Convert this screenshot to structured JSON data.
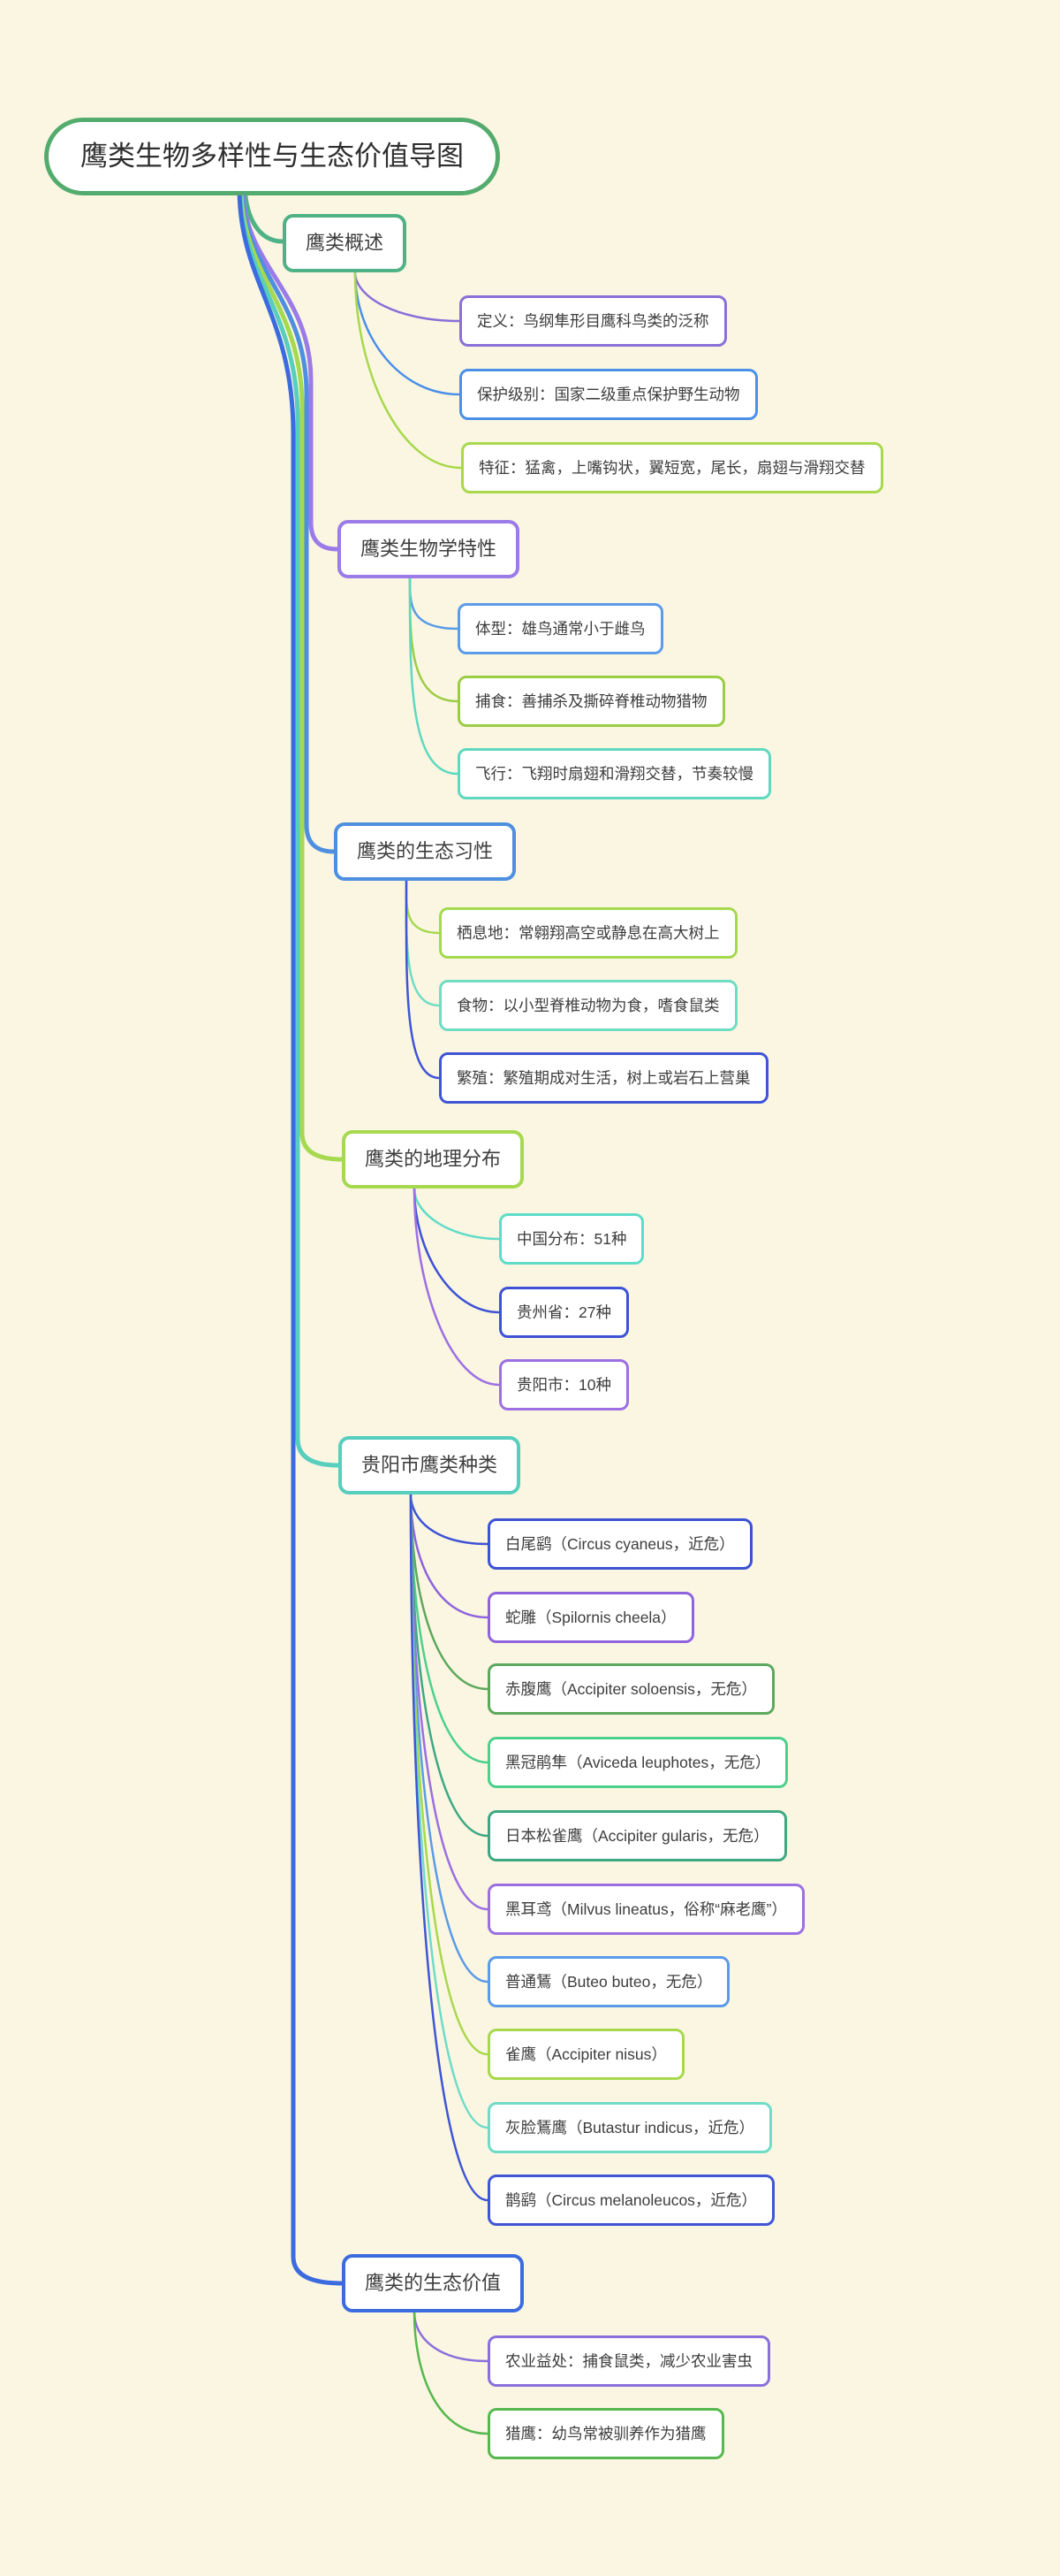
{
  "title": "鹰类生物多样性与生态价值导图",
  "palette": {
    "background": "#FBF6E2",
    "node_fill": "#FFFFFF",
    "text": "#3D3D3D"
  },
  "root": {
    "label": "鹰类生物多样性与生态价值导图",
    "color": "#53AC6D"
  },
  "branches": [
    {
      "label": "鹰类概述",
      "color": "#4FB286",
      "children": [
        {
          "text": "定义：鸟纲隼形目鹰科鸟类的泛称",
          "color": "#8A6FD8"
        },
        {
          "text": "保护级别：国家二级重点保护野生动物",
          "color": "#4A90E8"
        },
        {
          "text": "特征：猛禽，上嘴钩状，翼短宽，尾长，扇翅与滑翔交替",
          "color": "#A8D84C"
        }
      ]
    },
    {
      "label": "鹰类生物学特性",
      "color": "#9B7BE8",
      "children": [
        {
          "text": "体型：雄鸟通常小于雌鸟",
          "color": "#5B9BE8"
        },
        {
          "text": "捕食：善捕杀及撕碎脊椎动物猎物",
          "color": "#9ACD44"
        },
        {
          "text": "飞行：飞翔时扇翅和滑翔交替，节奏较慢",
          "color": "#5FD8C0"
        }
      ]
    },
    {
      "label": "鹰类的生态习性",
      "color": "#4E8FE0",
      "children": [
        {
          "text": "栖息地：常翱翔高空或静息在高大树上",
          "color": "#A5D94F"
        },
        {
          "text": "食物：以小型脊椎动物为食，嗜食鼠类",
          "color": "#6FDCC4"
        },
        {
          "text": "繁殖：繁殖期成对生活，树上或岩石上营巢",
          "color": "#3F55D5"
        }
      ]
    },
    {
      "label": "鹰类的地理分布",
      "color": "#A6D94F",
      "children": [
        {
          "text": "中国分布：51种",
          "color": "#5FDCC8"
        },
        {
          "text": "贵州省：27种",
          "color": "#3D52D5"
        },
        {
          "text": "贵阳市：10种",
          "color": "#9C6FE4"
        }
      ]
    },
    {
      "label": "贵阳市鹰类种类",
      "color": "#57CEBE",
      "children": [
        {
          "text": "白尾鹞（Circus cyaneus，近危）",
          "color": "#3D52D5"
        },
        {
          "text": "蛇雕（Spilornis cheela）",
          "color": "#8E63DD"
        },
        {
          "text": "赤腹鹰（Accipiter soloensis，无危）",
          "color": "#5CA85C"
        },
        {
          "text": "黑冠鹃隼（Aviceda leuphotes，无危）",
          "color": "#4CD08C"
        },
        {
          "text": "日本松雀鹰（Accipiter gularis，无危）",
          "color": "#3DA983"
        },
        {
          "text": "黑耳鸢（Milvus lineatus，俗称“麻老鹰”）",
          "color": "#9B6FE0"
        },
        {
          "text": "普通鵟（Buteo buteo，无危）",
          "color": "#5B9BE8"
        },
        {
          "text": "雀鹰（Accipiter nisus）",
          "color": "#A8D84C"
        },
        {
          "text": "灰脸鵟鹰（Butastur indicus，近危）",
          "color": "#6FDCC8"
        },
        {
          "text": "鹊鹞（Circus melanoleucos，近危）",
          "color": "#3F55D5"
        }
      ]
    },
    {
      "label": "鹰类的生态价值",
      "color": "#3B6BDE",
      "children": [
        {
          "text": "农业益处：捕食鼠类，减少农业害虫",
          "color": "#8B6FDC"
        },
        {
          "text": "猎鹰：幼鸟常被驯养作为猎鹰",
          "color": "#56B84E"
        }
      ]
    }
  ]
}
